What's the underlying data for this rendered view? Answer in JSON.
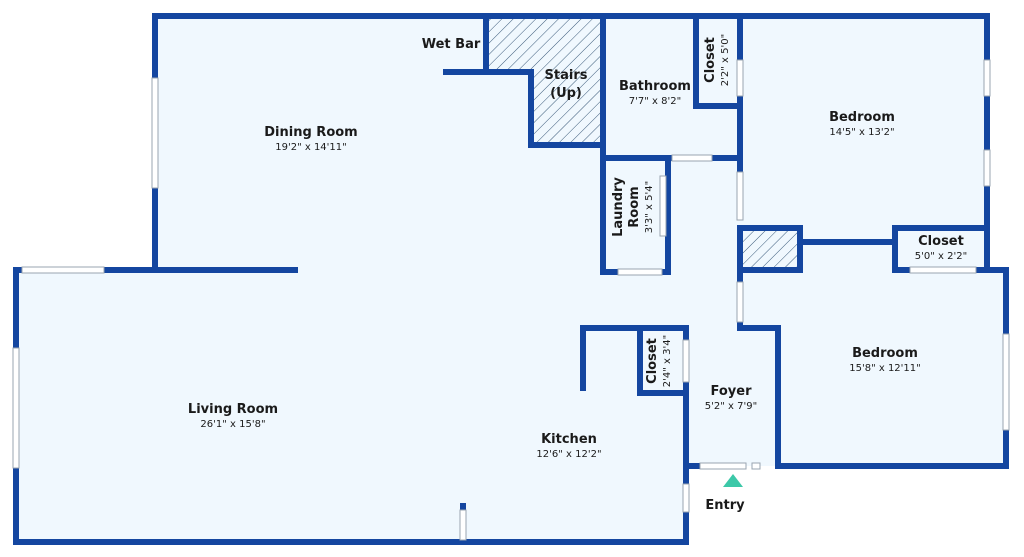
{
  "rooms": {
    "dining": {
      "name": "Dining Room",
      "dims": "19'2\" x 14'11\""
    },
    "wetbar": {
      "name": "Wet Bar"
    },
    "stairs": {
      "name": "Stairs",
      "sub": "(Up)"
    },
    "bathroom": {
      "name": "Bathroom",
      "dims": "7'7\" x 8'2\""
    },
    "closet_top": {
      "name": "Closet",
      "dims": "2'2\" x 5'0\""
    },
    "bedroom1": {
      "name": "Bedroom",
      "dims": "14'5\" x 13'2\""
    },
    "laundry": {
      "name1": "Laundry",
      "name2": "Room",
      "dims": "3'3\" x 5'4\""
    },
    "closet_right": {
      "name": "Closet",
      "dims": "5'0\" x 2'2\""
    },
    "bedroom2": {
      "name": "Bedroom",
      "dims": "15'8\" x 12'11\""
    },
    "living": {
      "name": "Living Room",
      "dims": "26'1\" x 15'8\""
    },
    "closet_mid": {
      "name": "Closet",
      "dims": "2'4\" x 3'4\""
    },
    "foyer": {
      "name": "Foyer",
      "dims": "5'2\" x 7'9\""
    },
    "kitchen": {
      "name": "Kitchen",
      "dims": "12'6\" x 12'2\""
    }
  },
  "entry": {
    "label": "Entry"
  },
  "colors": {
    "wall": "#1446a0",
    "floor": "#f0f8fe",
    "entry_marker": "#3cc8a8",
    "window": "#ffffff"
  }
}
